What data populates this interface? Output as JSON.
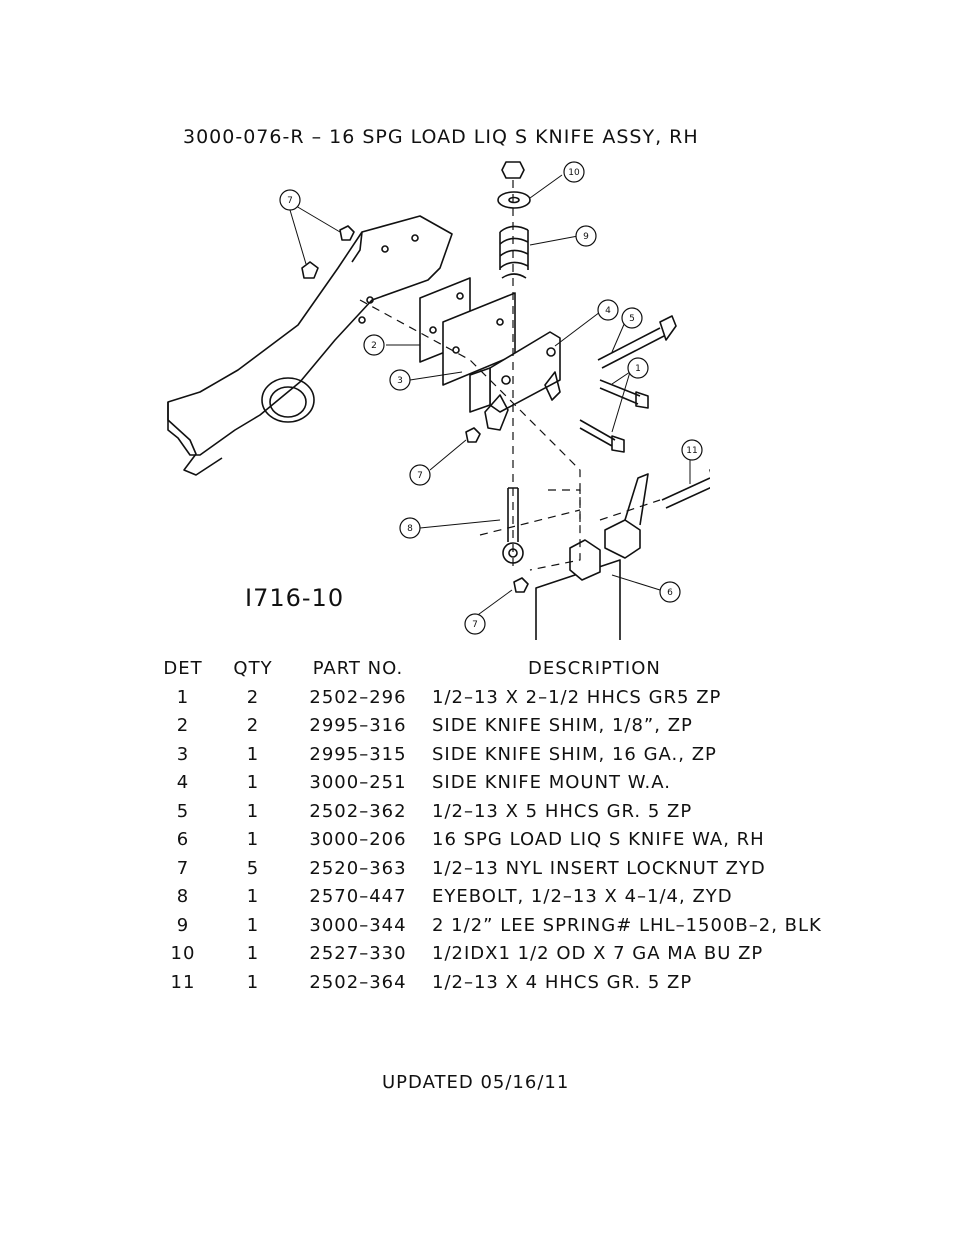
{
  "title": "3000-076-R – 16 SPG LOAD LIQ S KNIFE ASSY, RH",
  "drawing_number": "I716-10",
  "callouts": [
    "7",
    "10",
    "9",
    "4",
    "5",
    "2",
    "1",
    "3",
    "11",
    "7",
    "8",
    "6",
    "7"
  ],
  "table": {
    "headers": {
      "det": "DET",
      "qty": "QTY",
      "part": "PART NO.",
      "desc": "DESCRIPTION"
    },
    "rows": [
      {
        "det": "1",
        "qty": "2",
        "part": "2502–296",
        "desc": "1/2–13 X 2–1/2 HHCS GR5 ZP"
      },
      {
        "det": "2",
        "qty": "2",
        "part": "2995–316",
        "desc": "SIDE KNIFE SHIM, 1/8”, ZP"
      },
      {
        "det": "3",
        "qty": "1",
        "part": "2995–315",
        "desc": "SIDE KNIFE SHIM, 16 GA., ZP"
      },
      {
        "det": "4",
        "qty": "1",
        "part": "3000–251",
        "desc": "SIDE KNIFE MOUNT W.A."
      },
      {
        "det": "5",
        "qty": "1",
        "part": "2502–362",
        "desc": "1/2–13 X 5 HHCS GR. 5 ZP"
      },
      {
        "det": "6",
        "qty": "1",
        "part": "3000–206",
        "desc": "16 SPG LOAD LIQ S KNIFE WA, RH"
      },
      {
        "det": "7",
        "qty": "5",
        "part": "2520–363",
        "desc": "1/2–13 NYL INSERT LOCKNUT ZYD"
      },
      {
        "det": "8",
        "qty": "1",
        "part": "2570–447",
        "desc": "EYEBOLT, 1/2–13 X 4–1/4, ZYD"
      },
      {
        "det": "9",
        "qty": "1",
        "part": "3000–344",
        "desc": "2 1/2” LEE SPRING# LHL–1500B–2, BLK"
      },
      {
        "det": "10",
        "qty": "1",
        "part": "2527–330",
        "desc": "1/2IDX1 1/2 OD X 7 GA MA BU ZP"
      },
      {
        "det": "11",
        "qty": "1",
        "part": "2502–364",
        "desc": "1/2–13 X 4 HHCS GR. 5 ZP"
      }
    ]
  },
  "updated": "UPDATED 05/16/11"
}
